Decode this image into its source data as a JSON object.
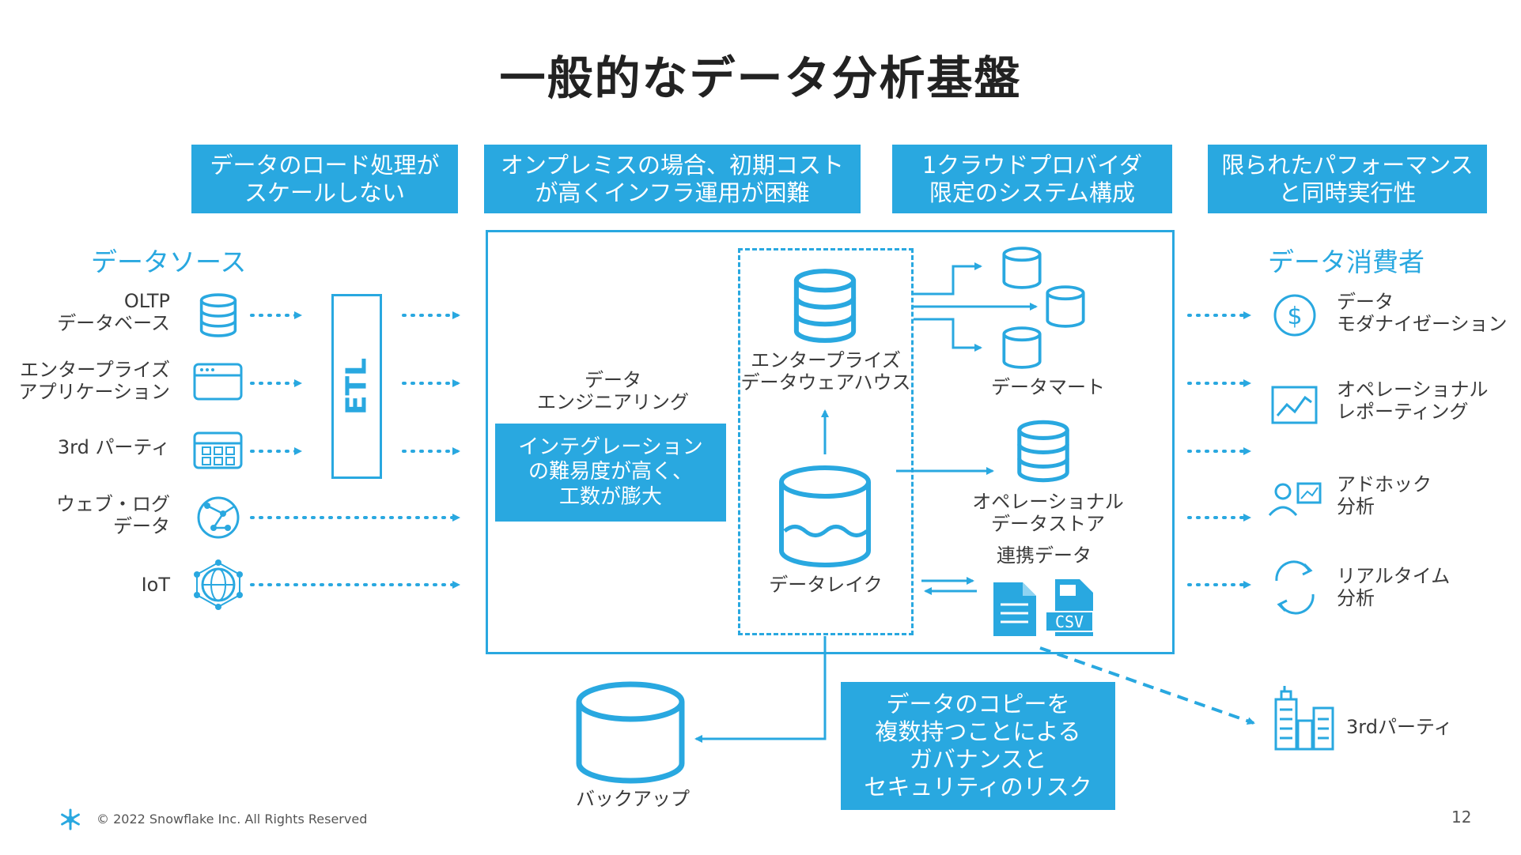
{
  "title": "一般的なデータ分析基盤",
  "issues": [
    "データのロード処理が\nスケールしない",
    "オンプレミスの場合、初期コスト\nが高くインフラ運用が困難",
    "1クラウドプロバイダ\n限定のシステム構成",
    "限られたパフォーマンス\nと同時実行性"
  ],
  "sources": {
    "heading": "データソース",
    "items": [
      "OLTP\nデータベース",
      "エンタープライズ\nアプリケーション",
      "3rd パーティ",
      "ウェブ・ログ\nデータ",
      "IoT"
    ]
  },
  "etl_label": "ETL",
  "engineering": {
    "label": "データ\nエンジニアリング",
    "problem": "インテグレーション\nの難易度が高く、\n工数が膨大"
  },
  "warehouse_label": "エンタープライズ\nデータウェアハウス",
  "lake_label": "データレイク",
  "mart_label": "データマート",
  "ods_label": "オペレーショナル\nデータストア",
  "linked_label": "連携データ",
  "csv_text": "CSV",
  "backup_label": "バックアップ",
  "governance_risk": "データのコピーを\n複数持つことによる\nガバナンスと\nセキュリティのリスク",
  "consumers": {
    "heading": "データ消費者",
    "items": [
      "データ\nモダナイゼーション",
      "オペレーショナル\nレポーティング",
      "アドホック\n分析",
      "リアルタイム\n分析",
      "3rdパーティ"
    ]
  },
  "footer": {
    "copyright": "© 2022 Snowflake Inc. All Rights Reserved",
    "page": "12"
  },
  "colors": {
    "accent": "#29a8e0",
    "text": "#3a3a3a"
  },
  "icons": [
    "database-icon",
    "app-window-icon",
    "grid-window-icon",
    "network-globe-icon",
    "iot-globe-icon",
    "dollar-icon",
    "line-chart-icon",
    "people-chart-icon",
    "refresh-icon",
    "document-icon",
    "csv-file-icon",
    "buildings-icon",
    "snowflake-logo-icon"
  ]
}
